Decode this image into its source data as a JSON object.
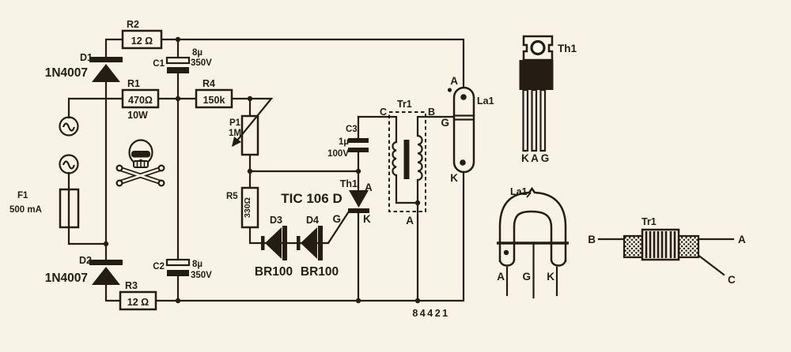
{
  "page": {
    "background": "#f7f3e7",
    "ink": "#241d13"
  },
  "schematic": {
    "number": "84421",
    "r1": {
      "name": "R1",
      "value": "470Ω",
      "power": "10W"
    },
    "r2": {
      "name": "R2",
      "value": "12 Ω"
    },
    "r3": {
      "name": "R3",
      "value": "12 Ω"
    },
    "r4": {
      "name": "R4",
      "value": "150k"
    },
    "r5": {
      "name": "R5",
      "value": "330Ω"
    },
    "p1": {
      "name": "P1",
      "value": "1M"
    },
    "c1": {
      "name": "C1",
      "value": "8µ",
      "voltage": "350V"
    },
    "c2": {
      "name": "C2",
      "value": "8µ",
      "voltage": "350V"
    },
    "c3": {
      "name": "C3",
      "value": "1µ",
      "voltage": "100V"
    },
    "d1": {
      "name": "D1",
      "part": "1N4007"
    },
    "d2": {
      "name": "D2",
      "part": "1N4007"
    },
    "d3": {
      "name": "D3",
      "part": "BR100"
    },
    "d4": {
      "name": "D4",
      "part": "BR100"
    },
    "f1": {
      "name": "F1",
      "value": "500 mA"
    },
    "th1": {
      "name": "Th1",
      "part": "TIC 106 D",
      "a": "A",
      "g": "G",
      "k": "K"
    },
    "tr1": {
      "name": "Tr1",
      "a": "A",
      "b": "B",
      "c": "C"
    },
    "la1": {
      "name": "La1",
      "a": "A",
      "g": "G",
      "k": "K"
    }
  },
  "pinouts": {
    "th1": {
      "label": "Th1",
      "k": "K",
      "a": "A",
      "g": "G"
    },
    "la1": {
      "label": "La1",
      "a": "A",
      "g": "G",
      "k": "K"
    },
    "tr1": {
      "label": "Tr1",
      "a": "A",
      "b": "B",
      "c": "C"
    }
  }
}
